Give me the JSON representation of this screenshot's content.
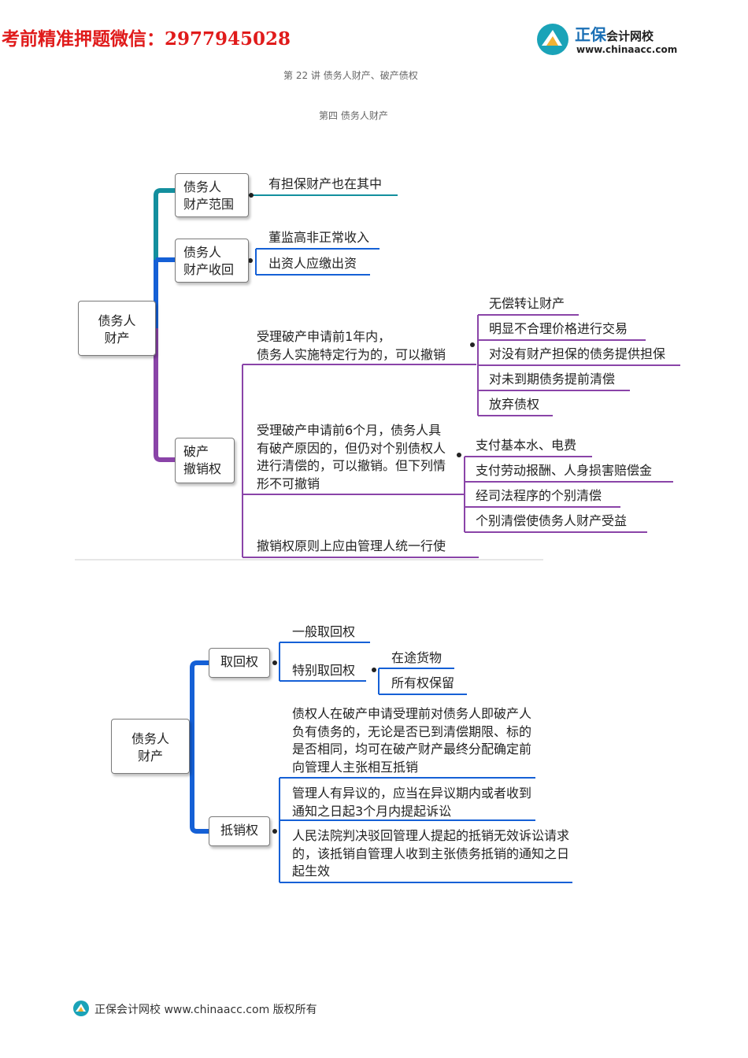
{
  "header": {
    "watermark": "考前精准押题微信：2977945028",
    "logo_name": "正保",
    "logo_sub": "会计网校",
    "logo_url": "www.chinaacc.com",
    "cut_line_1": "第 22 讲  债务人财产、破产债权",
    "cut_line_2": "第四    债务人财产"
  },
  "map1": {
    "root": "债务人\n财产",
    "branch_scope": {
      "label": "债务人\n财产范围",
      "leaves": [
        "有担保财产也在其中"
      ]
    },
    "branch_recovery": {
      "label": "债务人\n财产收回",
      "leaves": [
        "董监高非正常收入",
        "出资人应缴出资"
      ]
    },
    "branch_revocation": {
      "label": "破产\n撤销权",
      "group1": {
        "text": "受理破产申请前1年内，\n债务人实施特定行为的，可以撤销",
        "leaves": [
          "无偿转让财产",
          "明显不合理价格进行交易",
          "对没有财产担保的债务提供担保",
          "对未到期债务提前清偿",
          "放弃债权"
        ]
      },
      "group2": {
        "text": "受理破产申请前6个月，债务人具有破产原因的，但仍对个别债权人进行清偿的，可以撤销。但下列情形不可撤销",
        "leaves": [
          "支付基本水、电费",
          "支付劳动报酬、人身损害赔偿金",
          "经司法程序的个别清偿",
          "个别清偿使债务人财产受益"
        ]
      },
      "group3": {
        "text": "撤销权原则上应由管理人统一行使"
      }
    }
  },
  "map2": {
    "root": "债务人\n财产",
    "branch_retrieval": {
      "label": "取回权",
      "leaves": [
        "一般取回权",
        "特别取回权"
      ],
      "sub_leaves": [
        "在途货物",
        "所有权保留"
      ]
    },
    "branch_offset": {
      "label": "抵销权",
      "texts": [
        "债权人在破产申请受理前对债务人即破产人负有债务的，无论是否已到清偿期限、标的是否相同，均可在破产财产最终分配确定前向管理人主张相互抵销",
        "管理人有异议的，应当在异议期内或者收到通知之日起3个月内提起诉讼",
        "人民法院判决驳回管理人提起的抵销无效诉讼请求的，该抵销自管理人收到主张债务抵销的通知之日起生效"
      ]
    }
  },
  "footer": {
    "text": "正保会计网校 www.chinaacc.com 版权所有"
  },
  "colors": {
    "teal": "#138f9e",
    "blue": "#1560d6",
    "purple": "#8a44a8",
    "watermark": "#e01b1b"
  }
}
